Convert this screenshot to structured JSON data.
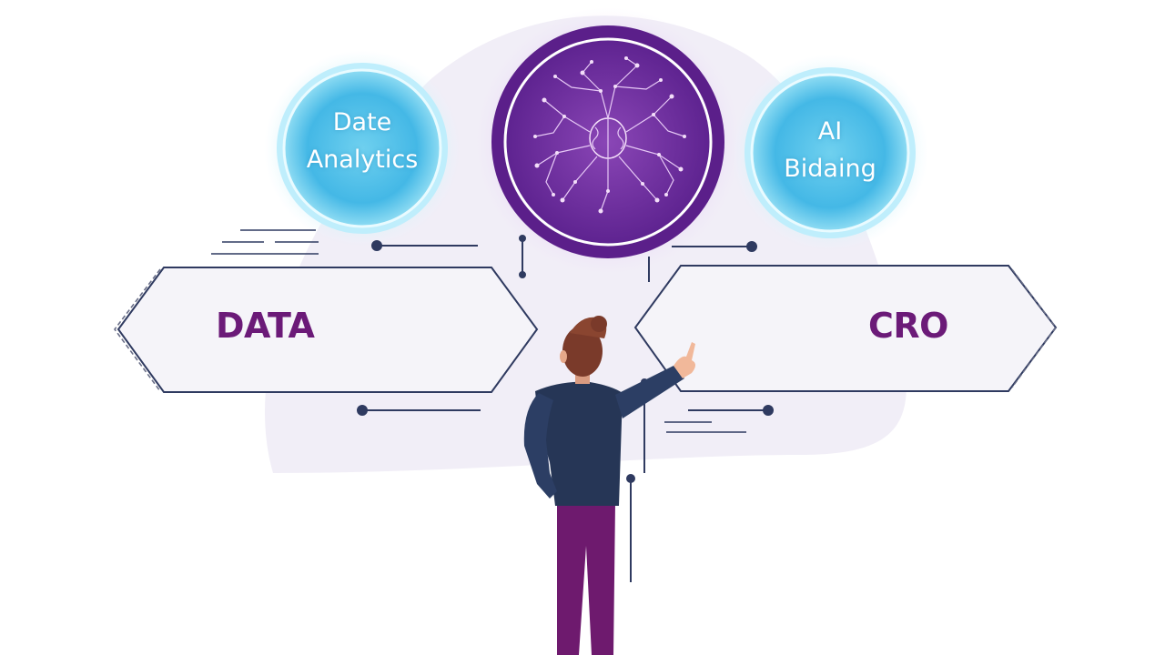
{
  "circles": {
    "left": {
      "line1": "Date",
      "line2": "Analytics"
    },
    "center": {
      "icon": "brain-network-icon"
    },
    "right": {
      "line1": "AI",
      "line2": "Bidaing"
    }
  },
  "arrows": {
    "left": "DATA",
    "right": "CRO"
  },
  "colors": {
    "purple_dark": "#5a1a86",
    "purple_ring": "#7b3aa6",
    "text_purple": "#6b1a78",
    "blue_glow": "#5cc8ec",
    "navy": "#2a3a5e",
    "pants": "#6e1a6e",
    "hair": "#7a3a2a",
    "skin": "#f1b89a",
    "blob": "#f1eef7"
  },
  "figure": {
    "icon": "person-pointing-icon"
  }
}
